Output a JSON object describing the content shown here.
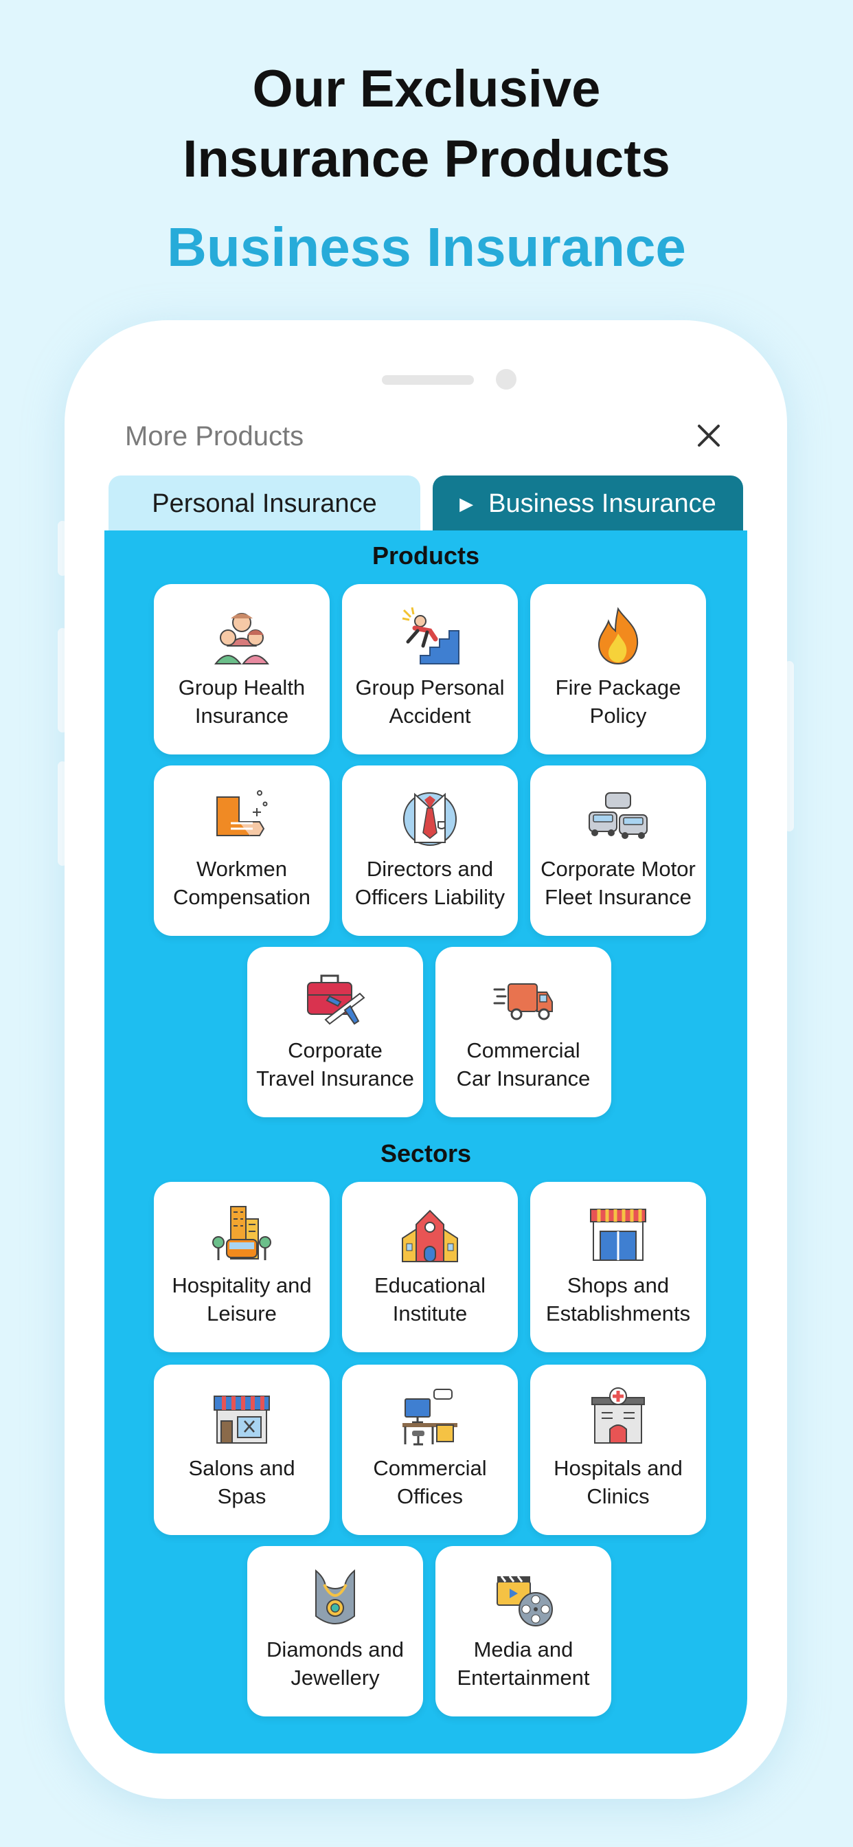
{
  "hero": {
    "line1": "Our Exclusive",
    "line2": "Insurance Products",
    "subtitle": "Business Insurance"
  },
  "modal": {
    "title": "More Products",
    "close_icon": "close-icon",
    "tabs": [
      {
        "label": "Personal Insurance",
        "active": false
      },
      {
        "label": "Business Insurance",
        "active": true,
        "indicator": "▶"
      }
    ]
  },
  "sections": {
    "products": {
      "title": "Products",
      "items": [
        {
          "line1": "Group Health",
          "line2": "Insurance",
          "icon": "group-health-icon"
        },
        {
          "line1": "Group Personal",
          "line2": "Accident",
          "icon": "accident-fall-icon"
        },
        {
          "line1": "Fire Package",
          "line2": "Policy",
          "icon": "fire-icon"
        },
        {
          "line1": "Workmen",
          "line2": "Compensation",
          "icon": "injured-arm-icon"
        },
        {
          "line1": "Directors and",
          "line2": "Officers Liability",
          "icon": "executive-icon"
        },
        {
          "line1": "Corporate Motor",
          "line2": "Fleet Insurance",
          "icon": "car-fleet-icon"
        },
        {
          "line1": "Corporate",
          "line2": "Travel Insurance",
          "icon": "travel-icon"
        },
        {
          "line1": "Commercial",
          "line2": "Car Insurance",
          "icon": "delivery-truck-icon"
        }
      ]
    },
    "sectors": {
      "title": "Sectors",
      "items": [
        {
          "line1": "Hospitality and",
          "line2": "Leisure",
          "icon": "hotel-icon"
        },
        {
          "line1": "Educational",
          "line2": "Institute",
          "icon": "school-icon"
        },
        {
          "line1": "Shops and",
          "line2": "Establishments",
          "icon": "shop-icon"
        },
        {
          "line1": "Salons and",
          "line2": "Spas",
          "icon": "salon-icon"
        },
        {
          "line1": "Commercial",
          "line2": "Offices",
          "icon": "office-desk-icon"
        },
        {
          "line1": "Hospitals and",
          "line2": "Clinics",
          "icon": "hospital-icon"
        },
        {
          "line1": "Diamonds and",
          "line2": "Jewellery",
          "icon": "necklace-icon"
        },
        {
          "line1": "Media and",
          "line2": "Entertainment",
          "icon": "film-reel-icon"
        }
      ]
    }
  },
  "colors": {
    "page_bg": "#e0f6fd",
    "accent": "#27abd9",
    "panel": "#1ebef0",
    "active_tab": "#127a91",
    "inactive_tab": "#c7eefb"
  }
}
